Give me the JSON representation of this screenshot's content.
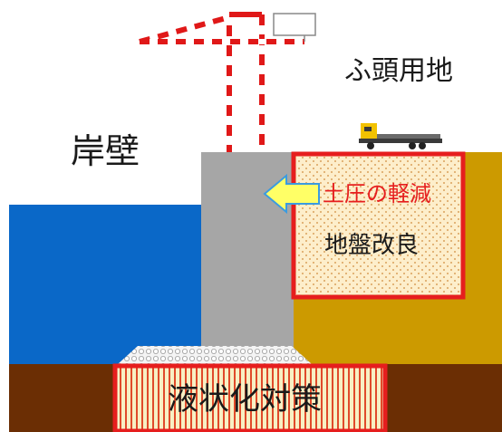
{
  "labels": {
    "quay_wall": "岸壁",
    "wharf_land": "ふ頭用地",
    "earth_pressure_reduction": "土圧の軽減",
    "ground_improvement": "地盤改良",
    "liquefaction_countermeasure": "液状化対策"
  },
  "colors": {
    "sea": "#0a68c8",
    "quay_wall": "#a6a6a6",
    "backfill_soil": "#cc9a00",
    "seabed": "#6b2e04",
    "improved_ground": "#fdeecb",
    "red_outline": "#e61e1e",
    "arrow_fill": "#ffff66",
    "arrow_outline": "#3a9be0",
    "crane_red": "#e01818",
    "rubble": "#e0e0e0",
    "truck_cab": "#f2c200"
  },
  "icons": {
    "crane": "gantry-crane-icon",
    "truck": "truck-icon",
    "arrow": "left-arrow-icon"
  }
}
